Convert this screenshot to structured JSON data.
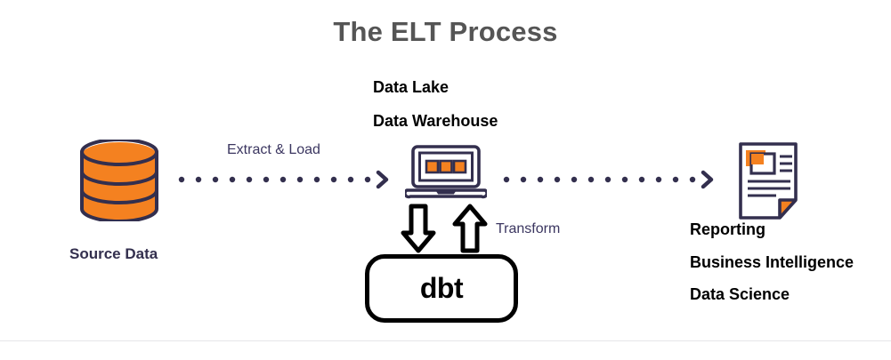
{
  "title": "The ELT Process",
  "colors": {
    "orange": "#F48120",
    "navy": "#332F4E",
    "title_gray": "#555555",
    "black": "#000000",
    "divider": "#E6E6E8"
  },
  "stages": {
    "source": {
      "icon": "database-cylinder-icon",
      "label": "Source Data"
    },
    "warehouse": {
      "icon": "laptop-icon",
      "label_line1": "Data Lake",
      "label_line2": "Data Warehouse"
    },
    "output": {
      "icon": "document-report-icon",
      "label_line1": "Reporting",
      "label_line2": "Business Intelligence",
      "label_line3": "Data Science"
    }
  },
  "arrows": {
    "extract_load": {
      "label": "Extract & Load",
      "icon": "dotted-arrow-right-icon"
    },
    "to_output": {
      "label": "",
      "icon": "dotted-arrow-right-icon"
    },
    "transform": {
      "label": "Transform",
      "down_icon": "block-arrow-down-icon",
      "up_icon": "block-arrow-up-icon"
    }
  },
  "tool": {
    "name": "dbt"
  }
}
